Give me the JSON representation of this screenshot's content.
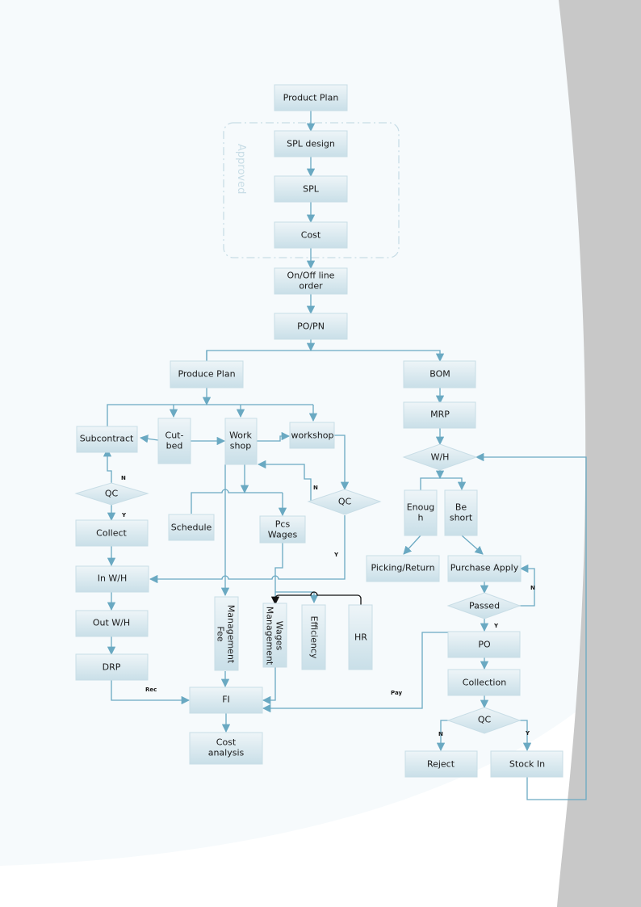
{
  "colors": {
    "page_background": "#f6fafc",
    "side_panel": "#c8c8c8",
    "box_fill_top": "#eef5f8",
    "box_fill_bottom": "#c9dfe8",
    "connector": "#6aa9c2",
    "group_border": "#c8dde6"
  },
  "group": {
    "label": "Approved"
  },
  "nodes": {
    "product_plan": "Product Plan",
    "spl_design": "SPL design",
    "spl": "SPL",
    "cost": "Cost",
    "online_order": [
      "On/Off line",
      "order"
    ],
    "po_pn": "PO/PN",
    "produce_plan": "Produce Plan",
    "bom": "BOM",
    "mrp": "MRP",
    "wh_decision": "W/H",
    "subcontract": "Subcontract",
    "cut_bed": [
      "Cut-",
      "bed"
    ],
    "work_shop": [
      "Work",
      "shop"
    ],
    "workshop": "workshop",
    "qc_left": "QC",
    "qc_mid": "QC",
    "collect": "Collect",
    "schedule": "Schedule",
    "pcs_wages": [
      "Pcs",
      "Wages"
    ],
    "enough": [
      "Enoug",
      "h"
    ],
    "be_short": [
      "Be",
      "short"
    ],
    "in_wh": "In W/H",
    "picking_return": "Picking/Return",
    "purchase_apply": "Purchase Apply",
    "passed": "Passed",
    "out_wh": "Out W/H",
    "management_fee": [
      "Management",
      "Fee"
    ],
    "wages_management": [
      "Wages",
      "Management"
    ],
    "efficiency": "Efficiency",
    "hr": "HR",
    "po": "PO",
    "drp": "DRP",
    "fi": "FI",
    "collection": "Collection",
    "qc_right": "QC",
    "cost_analysis": [
      "Cost",
      "analysis"
    ],
    "reject": "Reject",
    "stock_in": "Stock In"
  },
  "edge_labels": {
    "qc_left_n": "N",
    "qc_left_y": "Y",
    "qc_mid_n": "N",
    "qc_mid_y": "Y",
    "passed_n": "N",
    "passed_y": "Y",
    "qc_right_n": "N",
    "qc_right_y": "Y",
    "rec": "Rec",
    "pay": "Pay"
  }
}
